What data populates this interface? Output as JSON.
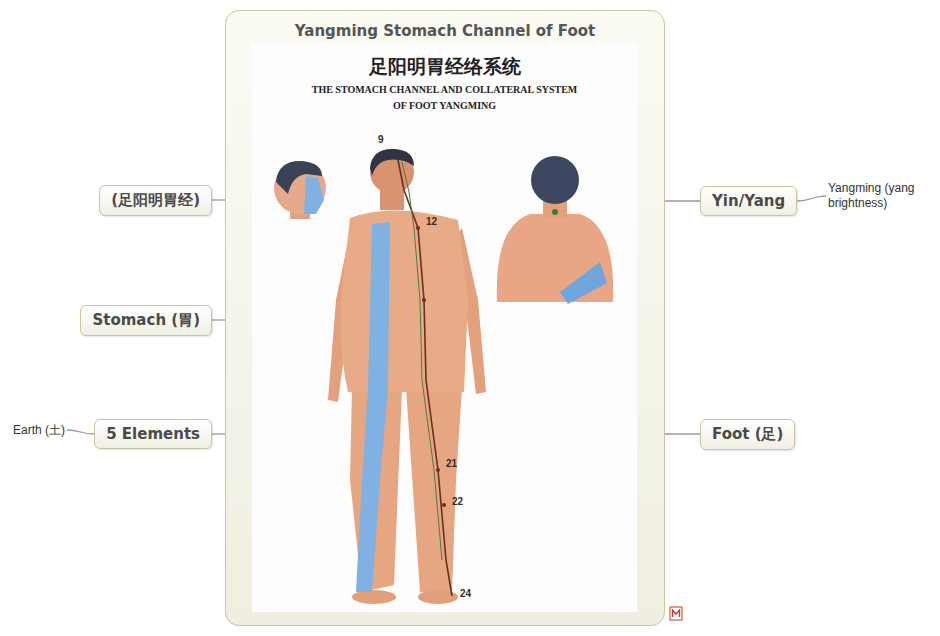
{
  "diagram": {
    "nodes": [
      {
        "text": [
          "Yangming Stomach Channel of Foot"
        ]
      },
      {
        "text": [
          "(足阳明胃经)"
        ]
      },
      {
        "text": [
          "Stomach (胃)"
        ]
      },
      {
        "text": [
          "5 Elements"
        ]
      },
      {
        "text": [
          "Earth (土)"
        ]
      },
      {
        "text": [
          "Yin/Yang"
        ]
      },
      {
        "text": [
          "Yangming (yang brightness)"
        ]
      },
      {
        "text": [
          "Foot (足)"
        ]
      }
    ],
    "edges": [
      {
        "from": 0,
        "to": 1,
        "arrow": "none"
      },
      {
        "from": 0,
        "to": 2,
        "arrow": "none"
      },
      {
        "from": 0,
        "to": 3,
        "arrow": "none"
      },
      {
        "from": 3,
        "to": 4,
        "arrow": "none"
      },
      {
        "from": 0,
        "to": 5,
        "arrow": "none"
      },
      {
        "from": 5,
        "to": 6,
        "arrow": "none"
      },
      {
        "from": 0,
        "to": 7,
        "arrow": "none"
      }
    ],
    "labels": [
      "足阳明胃经络系统",
      "THE STOMACH CHANNEL AND COLLATERAL SYSTEM OF FOOT YANGMING",
      "9",
      "12",
      "21",
      "22",
      "24"
    ]
  }
}
